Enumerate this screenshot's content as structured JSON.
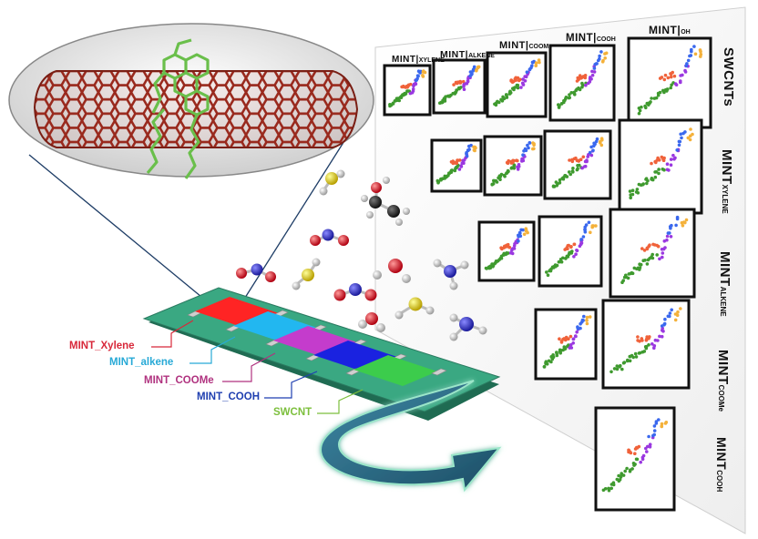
{
  "sensor_labels": [
    {
      "text": "MINT_Xylene",
      "color": "#d8283a"
    },
    {
      "text": "MINT_alkene",
      "color": "#27a9d6"
    },
    {
      "text": "MINT_COOMe",
      "color": "#b0327f"
    },
    {
      "text": "MINT_COOH",
      "color": "#1f3fb0"
    },
    {
      "text": "SWCNT",
      "color": "#7cbf3c"
    }
  ],
  "stripe_colors": [
    "#ff2424",
    "#22b7f0",
    "#c43ccc",
    "#1a22e0",
    "#3ccc4c"
  ],
  "column_headers": [
    {
      "main": "MINT|",
      "sub": "XYLENE"
    },
    {
      "main": "MINT|",
      "sub": "ALKENE"
    },
    {
      "main": "MINT|",
      "sub": "COOMe"
    },
    {
      "main": "MINT|",
      "sub": "COOH"
    },
    {
      "main": "MINT|",
      "sub": "OH"
    }
  ],
  "row_headers": [
    {
      "main": "SWCNTs",
      "sub": ""
    },
    {
      "main": "MINT",
      "sub": "XYLENE"
    },
    {
      "main": "MINT",
      "sub": "ALKENE"
    },
    {
      "main": "MINT",
      "sub": "COOMe"
    },
    {
      "main": "MINT",
      "sub": "COOH"
    }
  ],
  "cluster_colors": {
    "green": "#3f9a2f",
    "red": "#f0623a",
    "purple": "#9a38e0",
    "blue": "#3a68ee",
    "orange": "#f4b13a"
  },
  "colors": {
    "nanotube": "#9a2a1e",
    "polymer": "#6abf4b",
    "board": "#3aa882",
    "arrow": "#2b6e8a"
  },
  "icons": [
    "nanotube-icon",
    "molecule-icon",
    "arrow-icon",
    "sensor-array-icon"
  ]
}
